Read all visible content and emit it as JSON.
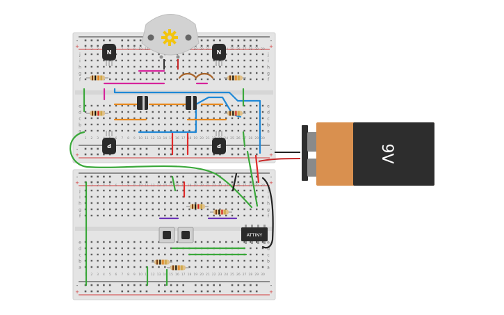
{
  "canvas": {
    "background": "#ffffff"
  },
  "colors": {
    "board": "#e4e4e4",
    "board_edge": "#cfcfcf",
    "hole": "#5b5b5b",
    "rail_red": "#d23a3a",
    "rail_black": "#333333",
    "wire_green": "#3aa83a",
    "wire_blue": "#1f88d6",
    "wire_orange": "#e8891e",
    "wire_magenta": "#d6249c",
    "wire_red": "#e02a2a",
    "wire_brown": "#a8642a",
    "wire_purple": "#6b33b8",
    "wire_black": "#222222",
    "battery_body": "#d9904f",
    "battery_label": "#2d2d2d",
    "transistor": "#2a2a2a",
    "chip": "#2b2b2b"
  },
  "boards": {
    "top": {
      "name": "breadboard-top",
      "row_letters": [
        "j",
        "i",
        "h",
        "g",
        "f",
        "e",
        "d",
        "c",
        "b",
        "a"
      ],
      "rail_signs": [
        "-",
        "+"
      ],
      "column_numbers": [
        "1",
        "2",
        "3",
        "4",
        "5",
        "6",
        "7",
        "8",
        "9",
        "10",
        "11",
        "12",
        "13",
        "14",
        "15",
        "16",
        "17",
        "18",
        "19",
        "20",
        "21",
        "22",
        "23",
        "24",
        "25",
        "26",
        "27",
        "28",
        "29",
        "30"
      ]
    },
    "bottom": {
      "name": "breadboard-bottom",
      "row_letters": [
        "j",
        "i",
        "h",
        "g",
        "f",
        "e",
        "d",
        "c",
        "b",
        "a"
      ],
      "rail_signs": [
        "-",
        "+"
      ],
      "column_numbers": [
        "1",
        "2",
        "3",
        "4",
        "5",
        "6",
        "7",
        "8",
        "9",
        "10",
        "11",
        "12",
        "13",
        "14",
        "15",
        "16",
        "17",
        "18",
        "19",
        "20",
        "21",
        "22",
        "23",
        "24",
        "25",
        "26",
        "27",
        "28",
        "29",
        "30"
      ]
    }
  },
  "components": {
    "motor": {
      "name": "dc-motor",
      "icon": "gear-icon"
    },
    "transistors": [
      {
        "name": "transistor-n-1",
        "label": "N"
      },
      {
        "name": "transistor-n-2",
        "label": "N"
      },
      {
        "name": "transistor-p-1",
        "label": "P"
      },
      {
        "name": "transistor-p-2",
        "label": "P"
      }
    ],
    "battery": {
      "name": "battery-9v",
      "label": "9V"
    },
    "chip": {
      "name": "attiny-chip",
      "label": "ATTINY"
    },
    "pushbuttons": [
      "pushbutton-1",
      "pushbutton-2"
    ]
  }
}
